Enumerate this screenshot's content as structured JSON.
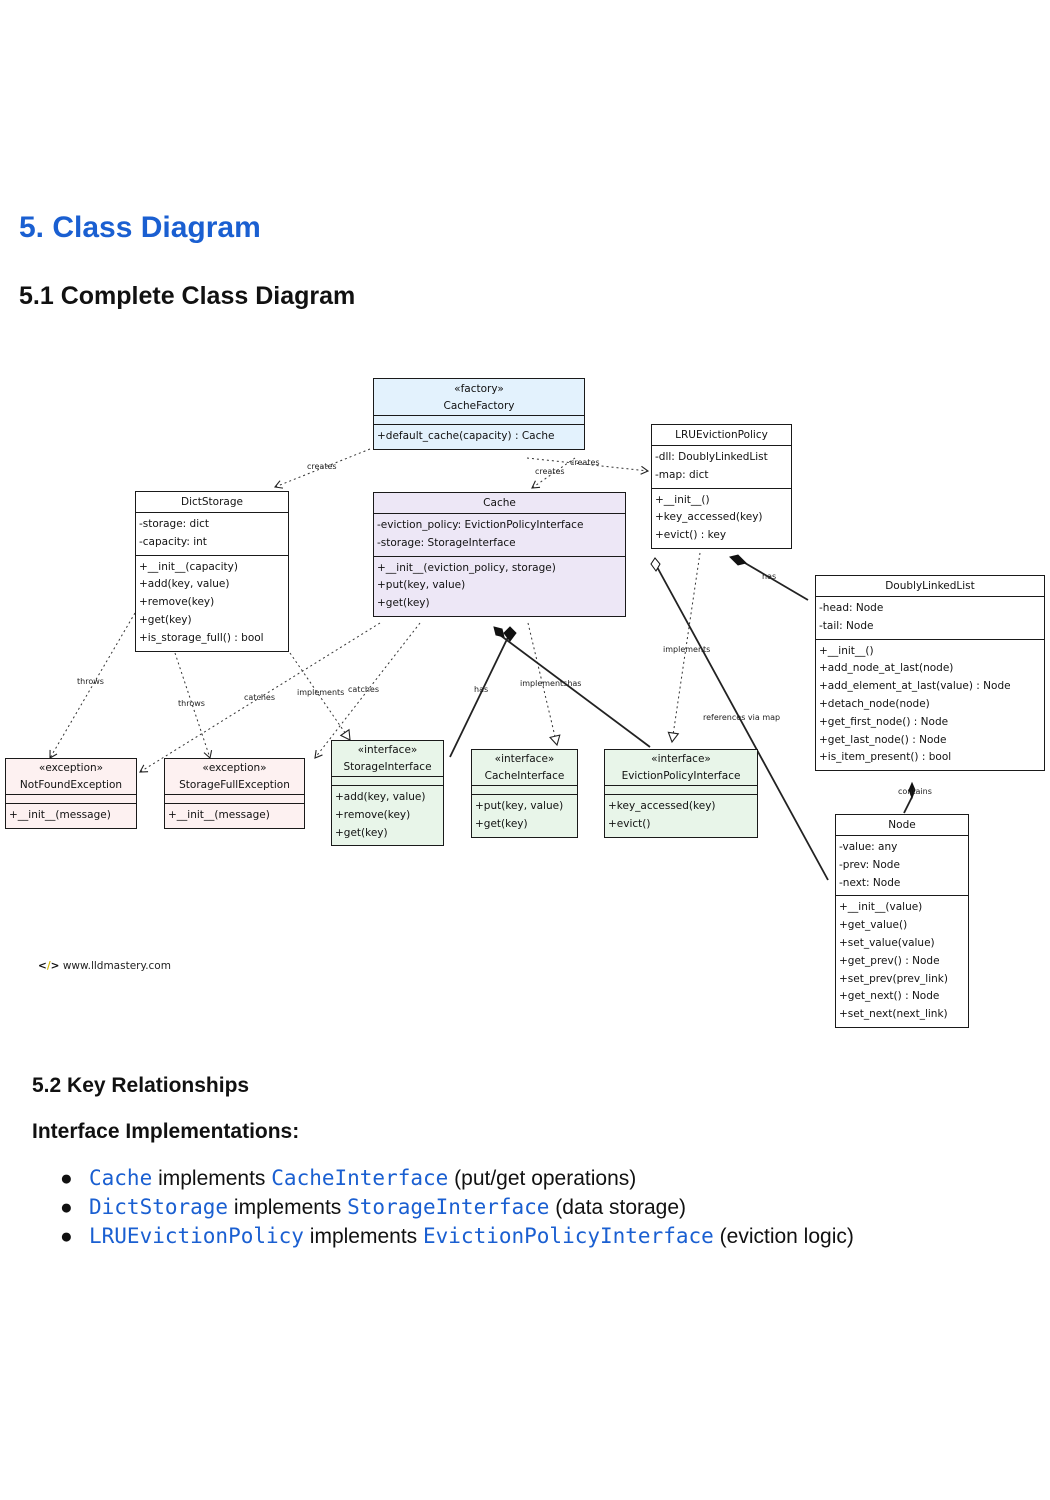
{
  "headings": {
    "h1": "5. Class Diagram",
    "h2": "5.1 Complete Class Diagram",
    "h3": "5.2 Key Relationships",
    "h4": "Interface Implementations:"
  },
  "implementations": [
    {
      "cls": "Cache",
      "verb": "implements",
      "iface": "CacheInterface",
      "note": "(put/get operations)"
    },
    {
      "cls": "DictStorage",
      "verb": "implements",
      "iface": "StorageInterface",
      "note": "(data storage)"
    },
    {
      "cls": "LRUEvictionPolicy",
      "verb": "implements",
      "iface": "EvictionPolicyInterface",
      "note": "(eviction logic)"
    }
  ],
  "diagram": {
    "logo_text": "www.lldmastery.com",
    "classes": {
      "factory": {
        "stereotype": "«factory»",
        "name": "CacheFactory",
        "methods": [
          "+default_cache(capacity) : Cache"
        ]
      },
      "lru": {
        "name": "LRUEvictionPolicy",
        "fields": [
          "-dll: DoublyLinkedList",
          "-map: dict"
        ],
        "methods": [
          "+__init__()",
          "+key_accessed(key)",
          "+evict() : key"
        ]
      },
      "dict": {
        "name": "DictStorage",
        "fields": [
          "-storage: dict",
          "-capacity: int"
        ],
        "methods": [
          "+__init__(capacity)",
          "+add(key, value)",
          "+remove(key)",
          "+get(key)",
          "+is_storage_full() : bool"
        ]
      },
      "cache": {
        "name": "Cache",
        "fields": [
          "-eviction_policy: EvictionPolicyInterface",
          "-storage: StorageInterface"
        ],
        "methods": [
          "+__init__(eviction_policy, storage)",
          "+put(key, value)",
          "+get(key)"
        ]
      },
      "dll": {
        "name": "DoublyLinkedList",
        "fields": [
          "-head: Node",
          "-tail: Node"
        ],
        "methods": [
          "+__init__()",
          "+add_node_at_last(node)",
          "+add_element_at_last(value) : Node",
          "+detach_node(node)",
          "+get_first_node() : Node",
          "+get_last_node() : Node",
          "+is_item_present() : bool"
        ]
      },
      "nf": {
        "stereotype": "«exception»",
        "name": "NotFoundException",
        "methods": [
          "+__init__(message)"
        ]
      },
      "sf": {
        "stereotype": "«exception»",
        "name": "StorageFullException",
        "methods": [
          "+__init__(message)"
        ]
      },
      "si": {
        "stereotype": "«interface»",
        "name": "StorageInterface",
        "methods": [
          "+add(key, value)",
          "+remove(key)",
          "+get(key)"
        ]
      },
      "ci": {
        "stereotype": "«interface»",
        "name": "CacheInterface",
        "methods": [
          "+put(key, value)",
          "+get(key)"
        ]
      },
      "ei": {
        "stereotype": "«interface»",
        "name": "EvictionPolicyInterface",
        "methods": [
          "+key_accessed(key)",
          "+evict()"
        ]
      },
      "node": {
        "name": "Node",
        "fields": [
          "-value: any",
          "-prev: Node",
          "-next: Node"
        ],
        "methods": [
          "+__init__(value)",
          "+get_value()",
          "+set_value(value)",
          "+get_prev() : Node",
          "+set_prev(prev_link)",
          "+get_next() : Node",
          "+set_next(next_link)"
        ]
      }
    },
    "labels": {
      "creates1": "creates",
      "creates2": "creates",
      "creates3": "creates",
      "has1": "has",
      "throws1": "throws",
      "throws2": "throws",
      "catches1": "catches",
      "implements1": "implements",
      "catches2": "catches",
      "has2": "has",
      "implementshas": "implementshas",
      "implements2": "implements",
      "refs": "references via map",
      "contains": "contains"
    }
  },
  "colors": {
    "factory_fill": "#e3f2fd",
    "cache_fill": "#ede7f6",
    "interface_fill": "#e8f5e9",
    "exception_fill": "#fdf1f1",
    "heading_blue": "#1a5fd1",
    "code_blue": "#1a5fd1"
  }
}
